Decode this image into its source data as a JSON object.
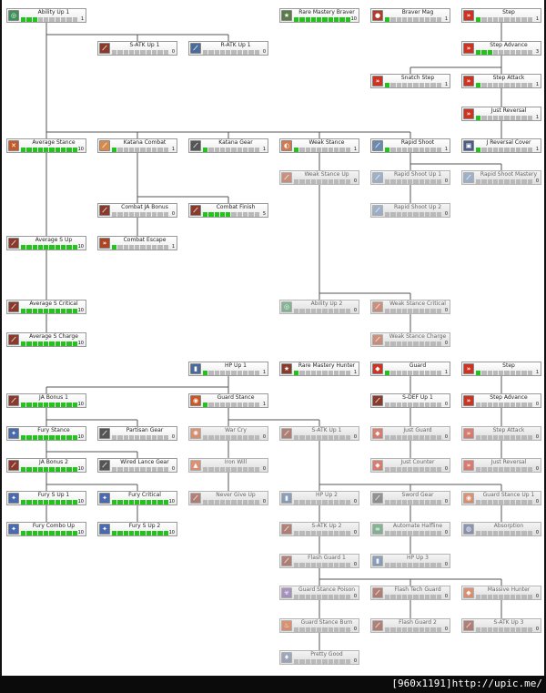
{
  "footer": {
    "credit": "[960x1191]http://upic.me/"
  },
  "trees": [
    {
      "id": "braver",
      "skills": [
        {
          "id": "ability-up-1",
          "name": "Ability Up 1",
          "lv": "1",
          "fill": 3,
          "icon": "ring-icon",
          "color": "#3f8f5a",
          "dim": false
        },
        {
          "id": "s-atk-up-1",
          "name": "S-ATK Up 1",
          "lv": "0",
          "fill": 0,
          "icon": "sword-icon",
          "color": "#8a3a2a",
          "dim": false
        },
        {
          "id": "r-atk-up-1",
          "name": "R-ATK Up 1",
          "lv": "0",
          "fill": 0,
          "icon": "gun-icon",
          "color": "#4a6a9a",
          "dim": false
        },
        {
          "id": "average-stance",
          "name": "Average Stance",
          "lv": "10",
          "fill": 10,
          "icon": "stance-icon",
          "color": "#c25a2a",
          "dim": false
        },
        {
          "id": "katana-combat",
          "name": "Katana Combat",
          "lv": "1",
          "fill": 1,
          "icon": "katana-icon",
          "color": "#d88a4a",
          "dim": false
        },
        {
          "id": "katana-gear",
          "name": "Katana Gear",
          "lv": "1",
          "fill": 1,
          "icon": "gear-icon",
          "color": "#555555",
          "dim": false
        },
        {
          "id": "combat-ja-bonus",
          "name": "Combat JA Bonus",
          "lv": "0",
          "fill": 0,
          "icon": "sword-icon",
          "color": "#8a3a2a",
          "dim": false
        },
        {
          "id": "combat-finish",
          "name": "Combat Finish",
          "lv": "5",
          "fill": 5,
          "icon": "sword-icon",
          "color": "#8a3a2a",
          "dim": false
        },
        {
          "id": "average-s-up",
          "name": "Average S Up",
          "lv": "10",
          "fill": 10,
          "icon": "sword-icon",
          "color": "#8a3a2a",
          "dim": false
        },
        {
          "id": "combat-escape",
          "name": "Combat Escape",
          "lv": "1",
          "fill": 1,
          "icon": "escape-icon",
          "color": "#aa4422",
          "dim": false
        },
        {
          "id": "average-s-critical",
          "name": "Average S Critical",
          "lv": "10",
          "fill": 10,
          "icon": "sword-icon",
          "color": "#8a3a2a",
          "dim": false
        },
        {
          "id": "average-s-charge",
          "name": "Average S Charge",
          "lv": "10",
          "fill": 10,
          "icon": "sword-icon",
          "color": "#8a3a2a",
          "dim": false
        },
        {
          "id": "rare-mastery-braver",
          "name": "Rare Mastery Braver",
          "lv": "10",
          "fill": 10,
          "icon": "mastery-icon",
          "color": "#5a7a4a",
          "dim": false
        },
        {
          "id": "braver-mag",
          "name": "Braver Mag",
          "lv": "1",
          "fill": 1,
          "icon": "mag-icon",
          "color": "#b33a2a",
          "dim": false
        },
        {
          "id": "weak-stance",
          "name": "Weak Stance",
          "lv": "1",
          "fill": 1,
          "icon": "weak-icon",
          "color": "#d8774a",
          "dim": false
        },
        {
          "id": "rapid-shoot",
          "name": "Rapid Shoot",
          "lv": "1",
          "fill": 1,
          "icon": "bow-icon",
          "color": "#6a8ab0",
          "dim": false
        },
        {
          "id": "weak-stance-up",
          "name": "Weak Stance Up",
          "lv": "0",
          "fill": 0,
          "icon": "sword-icon",
          "color": "#b25535",
          "dim": true
        },
        {
          "id": "rapid-shoot-up-1",
          "name": "Rapid Shoot Up 1",
          "lv": "0",
          "fill": 0,
          "icon": "bow-icon",
          "color": "#6a8ab0",
          "dim": true
        },
        {
          "id": "rapid-shoot-up-2",
          "name": "Rapid Shoot Up 2",
          "lv": "0",
          "fill": 0,
          "icon": "bow-icon",
          "color": "#6a8ab0",
          "dim": true
        },
        {
          "id": "ability-up-2",
          "name": "Ability Up 2",
          "lv": "0",
          "fill": 0,
          "icon": "ring-icon",
          "color": "#3f8f5a",
          "dim": true
        },
        {
          "id": "weak-stance-critical",
          "name": "Weak Stance Critical",
          "lv": "0",
          "fill": 0,
          "icon": "sword-icon",
          "color": "#b25535",
          "dim": true
        },
        {
          "id": "weak-stance-charge",
          "name": "Weak Stance Charge",
          "lv": "0",
          "fill": 0,
          "icon": "sword-icon",
          "color": "#b25535",
          "dim": true
        },
        {
          "id": "step",
          "name": "Step",
          "lv": "1",
          "fill": 1,
          "icon": "step-icon",
          "color": "#cc3322",
          "dim": false
        },
        {
          "id": "step-advance",
          "name": "Step Advance",
          "lv": "3",
          "fill": 3,
          "icon": "step-icon",
          "color": "#cc3322",
          "dim": false
        },
        {
          "id": "snatch-step",
          "name": "Snatch Step",
          "lv": "1",
          "fill": 1,
          "icon": "step-icon",
          "color": "#cc3322",
          "dim": false
        },
        {
          "id": "step-attack",
          "name": "Step Attack",
          "lv": "1",
          "fill": 1,
          "icon": "step-icon",
          "color": "#cc3322",
          "dim": false
        },
        {
          "id": "just-reversal",
          "name": "Just Reversal",
          "lv": "1",
          "fill": 1,
          "icon": "step-icon",
          "color": "#cc3322",
          "dim": false
        },
        {
          "id": "j-reversal-cover",
          "name": "J Reversal Cover",
          "lv": "1",
          "fill": 1,
          "icon": "cover-icon",
          "color": "#4a5a8a",
          "dim": false
        },
        {
          "id": "rapid-shoot-mastery",
          "name": "Rapid Shoot Mastery",
          "lv": "0",
          "fill": 0,
          "icon": "bow-icon",
          "color": "#6a8ab0",
          "dim": true
        }
      ]
    },
    {
      "id": "hunter",
      "skills": [
        {
          "id": "hp-up-1",
          "name": "HP Up 1",
          "lv": "1",
          "fill": 1,
          "icon": "hp-icon",
          "color": "#4a6a9a",
          "dim": false
        },
        {
          "id": "rare-mastery-hunter",
          "name": "Rare Mastery Hunter",
          "lv": "1",
          "fill": 1,
          "icon": "mastery-icon",
          "color": "#8a3a2a",
          "dim": false
        },
        {
          "id": "guard",
          "name": "Guard",
          "lv": "1",
          "fill": 1,
          "icon": "shield-icon",
          "color": "#cc3322",
          "dim": false
        },
        {
          "id": "step-h",
          "name": "Step",
          "lv": "1",
          "fill": 1,
          "icon": "step-icon",
          "color": "#cc3322",
          "dim": false
        },
        {
          "id": "ja-bonus-1",
          "name": "JA Bonus 1",
          "lv": "10",
          "fill": 10,
          "icon": "sword-icon",
          "color": "#8a3a2a",
          "dim": false
        },
        {
          "id": "guard-stance",
          "name": "Guard Stance",
          "lv": "1",
          "fill": 1,
          "icon": "guard-stance-icon",
          "color": "#cc5522",
          "dim": false
        },
        {
          "id": "s-def-up-1",
          "name": "S-DEF Up 1",
          "lv": "0",
          "fill": 0,
          "icon": "sword-icon",
          "color": "#8a3a2a",
          "dim": false
        },
        {
          "id": "step-advance-h",
          "name": "Step Advance",
          "lv": "0",
          "fill": 0,
          "icon": "step-icon",
          "color": "#cc3322",
          "dim": false
        },
        {
          "id": "fury-stance",
          "name": "Fury Stance",
          "lv": "10",
          "fill": 10,
          "icon": "fury-icon",
          "color": "#4a6ab0",
          "dim": false
        },
        {
          "id": "partisan-gear",
          "name": "Partisan Gear",
          "lv": "0",
          "fill": 0,
          "icon": "gear-icon",
          "color": "#555555",
          "dim": false
        },
        {
          "id": "war-cry",
          "name": "War Cry",
          "lv": "0",
          "fill": 0,
          "icon": "cry-icon",
          "color": "#cc5522",
          "dim": true
        },
        {
          "id": "s-atk-up-1-h",
          "name": "S-ATK Up 1",
          "lv": "0",
          "fill": 0,
          "icon": "sword-icon",
          "color": "#8a3a2a",
          "dim": true
        },
        {
          "id": "just-guard",
          "name": "Just Guard",
          "lv": "0",
          "fill": 0,
          "icon": "shield-icon",
          "color": "#cc3322",
          "dim": true
        },
        {
          "id": "step-attack-h",
          "name": "Step Attack",
          "lv": "0",
          "fill": 0,
          "icon": "step-icon",
          "color": "#cc3322",
          "dim": true
        },
        {
          "id": "ja-bonus-2",
          "name": "JA Bonus 2",
          "lv": "10",
          "fill": 10,
          "icon": "sword-icon",
          "color": "#8a3a2a",
          "dim": false
        },
        {
          "id": "wired-lance-gear",
          "name": "Wired Lance Gear",
          "lv": "0",
          "fill": 0,
          "icon": "gear-icon",
          "color": "#555555",
          "dim": false
        },
        {
          "id": "iron-will",
          "name": "Iron Will",
          "lv": "0",
          "fill": 0,
          "icon": "will-icon",
          "color": "#cc5522",
          "dim": true
        },
        {
          "id": "just-counter",
          "name": "Just Counter",
          "lv": "0",
          "fill": 0,
          "icon": "shield-icon",
          "color": "#cc3322",
          "dim": true
        },
        {
          "id": "just-reversal-h",
          "name": "Just Reversal",
          "lv": "0",
          "fill": 0,
          "icon": "step-icon",
          "color": "#cc3322",
          "dim": true
        },
        {
          "id": "fury-s-up-1",
          "name": "Fury S Up 1",
          "lv": "10",
          "fill": 10,
          "icon": "fury-icon",
          "color": "#4a6ab0",
          "dim": false
        },
        {
          "id": "fury-critical",
          "name": "Fury Critical",
          "lv": "10",
          "fill": 10,
          "icon": "fury-icon",
          "color": "#4a6ab0",
          "dim": false
        },
        {
          "id": "never-give-up",
          "name": "Never Give Up",
          "lv": "0",
          "fill": 0,
          "icon": "sword-icon",
          "color": "#8a3a2a",
          "dim": true
        },
        {
          "id": "hp-up-2",
          "name": "HP Up 2",
          "lv": "0",
          "fill": 0,
          "icon": "hp-icon",
          "color": "#4a6a9a",
          "dim": true
        },
        {
          "id": "sword-gear",
          "name": "Sword Gear",
          "lv": "0",
          "fill": 0,
          "icon": "gear-icon",
          "color": "#555555",
          "dim": true
        },
        {
          "id": "guard-stance-up-1",
          "name": "Guard Stance Up 1",
          "lv": "0",
          "fill": 0,
          "icon": "guard-stance-icon",
          "color": "#cc5522",
          "dim": true
        },
        {
          "id": "fury-combo-up",
          "name": "Fury Combo Up",
          "lv": "10",
          "fill": 10,
          "icon": "fury-icon",
          "color": "#4a6ab0",
          "dim": false
        },
        {
          "id": "fury-s-up-2",
          "name": "Fury S Up 2",
          "lv": "10",
          "fill": 10,
          "icon": "fury-icon",
          "color": "#4a6ab0",
          "dim": false
        },
        {
          "id": "s-atk-up-2",
          "name": "S-ATK Up 2",
          "lv": "0",
          "fill": 0,
          "icon": "sword-icon",
          "color": "#8a3a2a",
          "dim": true
        },
        {
          "id": "automate-halfline",
          "name": "Automate Halfline",
          "lv": "0",
          "fill": 0,
          "icon": "automate-icon",
          "color": "#3f8f5a",
          "dim": true
        },
        {
          "id": "absorption",
          "name": "Absorption",
          "lv": "0",
          "fill": 0,
          "icon": "absorb-icon",
          "color": "#4a5a8a",
          "dim": true
        },
        {
          "id": "flash-guard-1",
          "name": "Flash Guard 1",
          "lv": "0",
          "fill": 0,
          "icon": "sword-icon",
          "color": "#8a3a2a",
          "dim": true
        },
        {
          "id": "hp-up-3",
          "name": "HP Up 3",
          "lv": "0",
          "fill": 0,
          "icon": "hp-icon",
          "color": "#4a6a9a",
          "dim": true
        },
        {
          "id": "guard-stance-poison",
          "name": "Guard Stance Poison",
          "lv": "0",
          "fill": 0,
          "icon": "poison-icon",
          "color": "#7a5aa0",
          "dim": true
        },
        {
          "id": "flash-tech-guard",
          "name": "Flash Tech Guard",
          "lv": "0",
          "fill": 0,
          "icon": "sword-icon",
          "color": "#8a3a2a",
          "dim": true
        },
        {
          "id": "massive-hunter",
          "name": "Massive Hunter",
          "lv": "0",
          "fill": 0,
          "icon": "massive-icon",
          "color": "#cc5522",
          "dim": true
        },
        {
          "id": "guard-stance-burn",
          "name": "Guard Stance Burn",
          "lv": "0",
          "fill": 0,
          "icon": "burn-icon",
          "color": "#cc5522",
          "dim": true
        },
        {
          "id": "flash-guard-2",
          "name": "Flash Guard 2",
          "lv": "0",
          "fill": 0,
          "icon": "sword-icon",
          "color": "#8a3a2a",
          "dim": true
        },
        {
          "id": "s-atk-up-3",
          "name": "S-ATK Up 3",
          "lv": "0",
          "fill": 0,
          "icon": "sword-icon",
          "color": "#8a3a2a",
          "dim": true
        },
        {
          "id": "pretty-good",
          "name": "Pretty Good",
          "lv": "0",
          "fill": 0,
          "icon": "pretty-icon",
          "color": "#6a7a9a",
          "dim": true
        }
      ]
    }
  ]
}
